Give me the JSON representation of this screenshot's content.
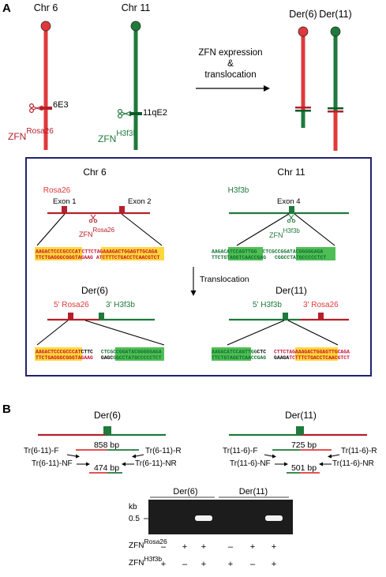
{
  "colors": {
    "red": "#e0393b",
    "green": "#1f7a3c",
    "dark_red": "#b5202a",
    "navy": "#22226e",
    "seq_yellow": "#ffd83a",
    "seq_green": "#4fbf55",
    "seq_red": "#c8102e",
    "seq_green_text": "#0f6e2d",
    "gel_bg": "#1c1c1c"
  },
  "panelA": {
    "label": "A",
    "chr6": "Chr 6",
    "chr11": "Chr 11",
    "der6": "Der(6)",
    "der11": "Der(11)",
    "locus6": "6E3",
    "locus11": "11qE2",
    "zfn": "ZFN",
    "rosa26_sup": "Rosa26",
    "h3f3b_sup": "H3f3b",
    "arrow_lines": [
      "ZFN expression",
      "&",
      "translocation"
    ],
    "box": {
      "chr6": "Chr 6",
      "chr11": "Chr 11",
      "rosa26": "Rosa26",
      "h3f3b": "H3f3b",
      "exon1": "Exon 1",
      "exon2": "Exon 2",
      "exon4": "Exon 4",
      "zfn": "ZFN",
      "zfn_rosa_sup": "Rosa26",
      "zfn_h3_sup": "H3f3b",
      "translocation": "Translocation",
      "der6": "Der(6)",
      "der11": "Der(11)",
      "der6_left": "5' Rosa26",
      "der6_right": "3' H3f3b",
      "der11_left": "5' H3f3b",
      "der11_right": "3' Rosa26",
      "seq_r6_top_a": "AAGACTCCCGCCCAT",
      "seq_r6_top_b": "CTTCT",
      "seq_r6_top_c": "AGAAAGACTGGAGTTGCAGA",
      "seq_r6_bot_a": "TTCTGAGGGCGGGTA",
      "seq_r6_bot_b": "GAAG",
      "seq_r6_bot_c": "ATCTTTCTGACCTCAACGTCT",
      "seq_h3_top_a": "AAGACATCCAGTTGG",
      "seq_h3_top_b": "CTCGC",
      "seq_h3_top_c": "CGGATACGGGGGAGA",
      "seq_h3_bot_a": "TTCTGTAGGTCAACC",
      "seq_h3_bot_b": "GAG",
      "seq_h3_bot_c": "CGGCCTATGCCCCCTCT",
      "seq_d6_top_a": "AAGACTCCCGCCCAT",
      "seq_d6_top_b": "CTTC",
      "seq_d6_top_c": "CTCG",
      "seq_d6_top_d": "CCGGATACGGGGGAGA",
      "seq_d6_bot_a": "TTCTGAGGGCGGGTA",
      "seq_d6_bot_b": "GAAG",
      "seq_d6_bot_c": "GAGC",
      "seq_d6_bot_d": "GGCCTATGCCCCCTCT",
      "seq_d11_top_a": "AAGACATCCAGTTGG",
      "seq_d11_top_b": "CTC",
      "seq_d11_top_c": "CTTCT",
      "seq_d11_top_d": "AGAAAGACTGGAGTTGCAGA",
      "seq_d11_bot_a": "TTCTGTAGGTCAACC",
      "seq_d11_bot_b": "GAG",
      "seq_d11_bot_c": "GAAGA",
      "seq_d11_bot_d": "TCTTTCTGACCTCAACGTCT"
    }
  },
  "panelB": {
    "label": "B",
    "der6": "Der(6)",
    "der11": "Der(11)",
    "p6_f": "Tr(6-11)-F",
    "p6_r": "Tr(6-11)-R",
    "p6_nf": "Tr(6-11)-NF",
    "p6_nr": "Tr(6-11)-NR",
    "p6_outer": "858 bp",
    "p6_inner": "474 bp",
    "p11_f": "Tr(11-6)-F",
    "p11_r": "Tr(11-6)-R",
    "p11_nf": "Tr(11-6)-NF",
    "p11_nr": "Tr(11-6)-NR",
    "p11_outer": "725 bp",
    "p11_inner": "501 bp",
    "gel": {
      "der6": "Der(6)",
      "der11": "Der(11)",
      "kb": "kb",
      "marker": "0.5",
      "row1_label": "ZFN",
      "row1_sup": "Rosa26",
      "row2_label": "ZFN",
      "row2_sup": "H3f3b",
      "row1": [
        "–",
        "+",
        "+",
        "–",
        "+",
        "+"
      ],
      "row2": [
        "+",
        "–",
        "+",
        "+",
        "–",
        "+"
      ],
      "band_present": [
        false,
        false,
        true,
        false,
        false,
        true
      ]
    }
  }
}
